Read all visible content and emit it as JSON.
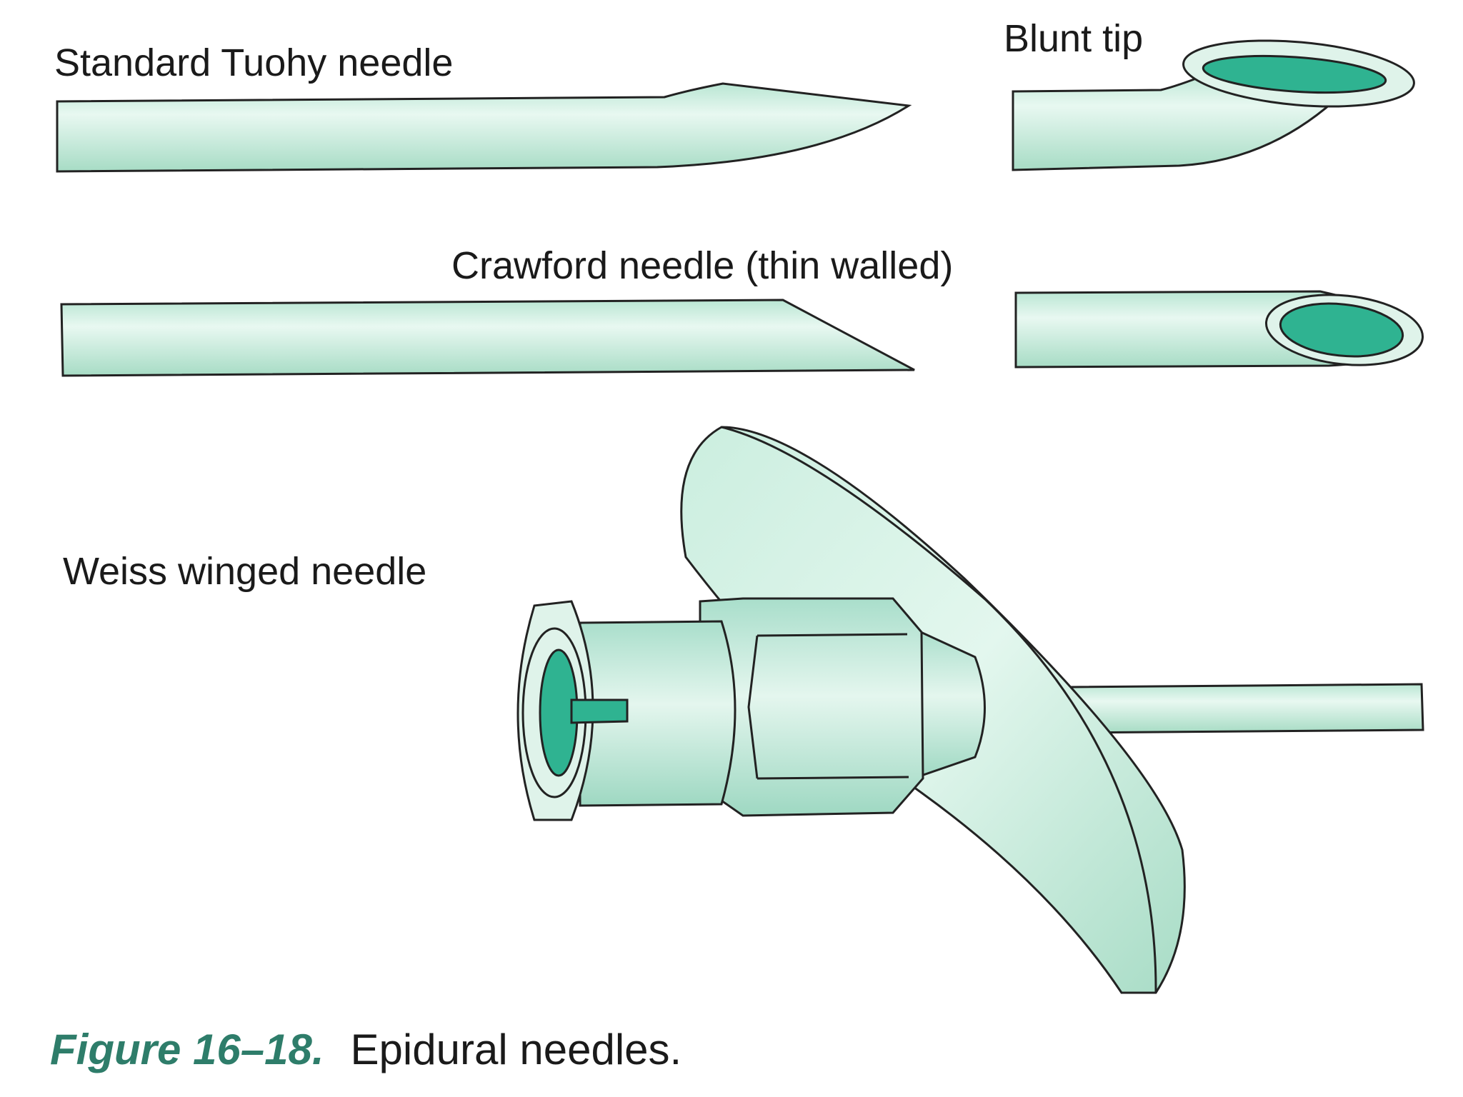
{
  "labels": {
    "tuohy": "Standard Tuohy needle",
    "blunt": "Blunt tip",
    "crawford": "Crawford needle (thin walled)",
    "weiss": "Weiss winged needle"
  },
  "caption": {
    "number": "Figure 16–18.",
    "text": "Epidural needles."
  },
  "colors": {
    "needle": "#cdeee0",
    "lumen": "#2fb391",
    "caption_accent": "#2e7d6a"
  }
}
